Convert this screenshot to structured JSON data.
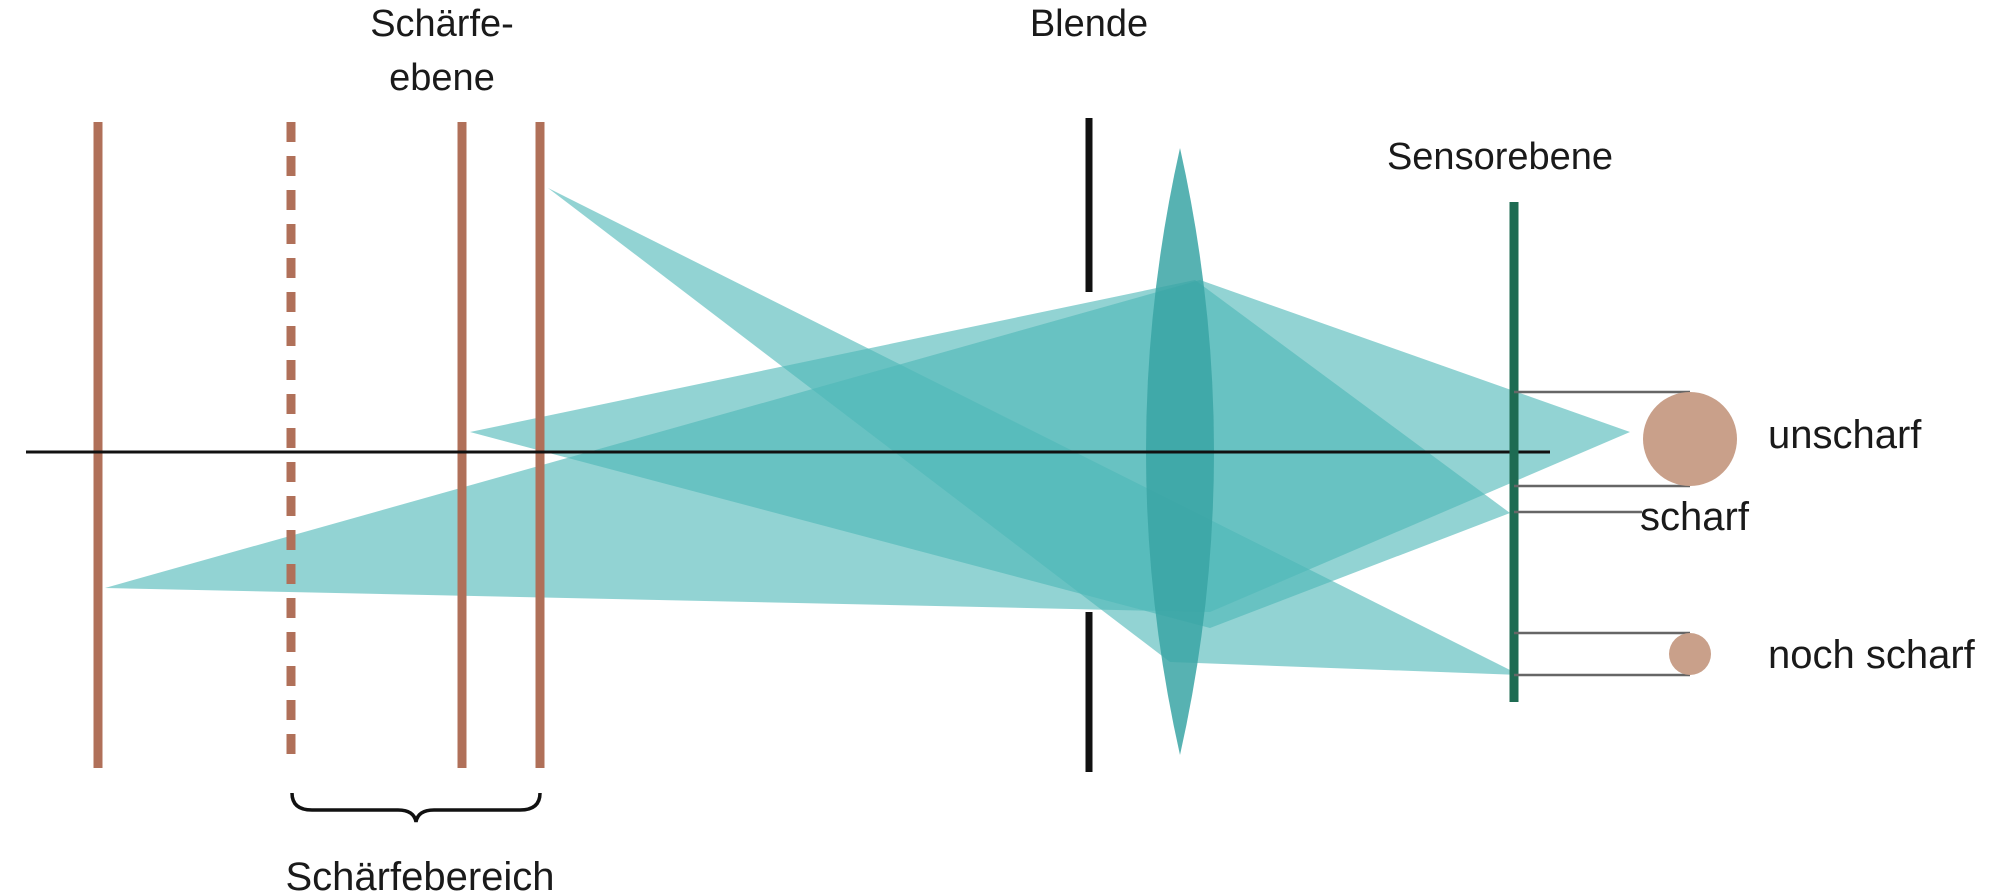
{
  "labels": {
    "schaerfeebene_line1": "Schärfe-",
    "schaerfeebene_line2": "ebene",
    "blende": "Blende",
    "sensorebene": "Sensorebene",
    "unscharf": "unscharf",
    "scharf": "scharf",
    "noch_scharf": "noch scharf",
    "schaerfebereich": "Schärfebereich"
  },
  "colors": {
    "object_plane": "#b07059",
    "light_cone": "#4fb8b8",
    "lens": "#3aa5a5",
    "sensor": "#1e6b52",
    "aperture": "#111111",
    "axis": "#111111",
    "blur_circle": "#c9a08a",
    "leader": "#666666"
  }
}
